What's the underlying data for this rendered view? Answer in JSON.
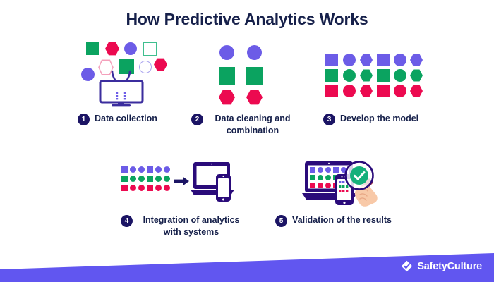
{
  "title": "How Predictive Analytics Works",
  "colors": {
    "purple": "#6C5CE7",
    "green": "#0BA360",
    "crimson": "#EC0A50",
    "navy": "#1B1464",
    "dark_navy_text": "#16204a",
    "band": "#6156F0",
    "check_green": "#15B07B",
    "hand_skin": "#F8C9A8",
    "handle_red": "#9E2B3A",
    "white": "#FFFFFF"
  },
  "steps": [
    {
      "number": "1",
      "label": "Data collection",
      "icon": "monitor-data-ingest-icon",
      "shapes": [
        {
          "type": "square",
          "fill": "solid",
          "color": "green"
        },
        {
          "type": "hexagon",
          "fill": "solid",
          "color": "crimson"
        },
        {
          "type": "circle",
          "fill": "solid",
          "color": "purple"
        },
        {
          "type": "square",
          "fill": "hollow",
          "color": "green"
        },
        {
          "type": "hexagon",
          "fill": "hollow",
          "color": "crimson"
        },
        {
          "type": "square",
          "fill": "solid",
          "color": "green"
        },
        {
          "type": "circle",
          "fill": "hollow",
          "color": "purple"
        },
        {
          "type": "hexagon",
          "fill": "solid",
          "color": "crimson"
        },
        {
          "type": "circle",
          "fill": "solid",
          "color": "purple"
        }
      ]
    },
    {
      "number": "2",
      "label": "Data cleaning and combination",
      "icon": "shape-grid-2x3-icon",
      "grid": {
        "columns": 2,
        "rows": [
          {
            "type": "circle",
            "color": "purple"
          },
          {
            "type": "square",
            "color": "green"
          },
          {
            "type": "hexagon",
            "color": "crimson"
          }
        ]
      }
    },
    {
      "number": "3",
      "label": "Develop the model",
      "icon": "shape-grid-6x3-icon",
      "grid": {
        "columns": 6,
        "pattern": [
          "square",
          "circle",
          "hexagon",
          "square",
          "circle",
          "hexagon"
        ],
        "row_colors": [
          "purple",
          "green",
          "crimson"
        ]
      }
    },
    {
      "number": "4",
      "label": "Integration of analytics with systems",
      "icon": "laptop-phone-arrow-icon",
      "grid": {
        "columns": 6,
        "pattern": [
          "square",
          "circle",
          "circle",
          "square",
          "circle",
          "circle"
        ],
        "row_colors": [
          "purple",
          "green",
          "crimson"
        ]
      }
    },
    {
      "number": "5",
      "label": "Validation of the results",
      "icon": "magnifier-check-hand-icon",
      "grid": {
        "columns": 6,
        "pattern": [
          "square",
          "circle",
          "circle",
          "square",
          "circle",
          "circle"
        ],
        "row_colors": [
          "purple",
          "green",
          "crimson"
        ]
      }
    }
  ],
  "footer": {
    "brand": "SafetyCulture",
    "logo_icon": "safetyculture-diamond-check-icon"
  }
}
